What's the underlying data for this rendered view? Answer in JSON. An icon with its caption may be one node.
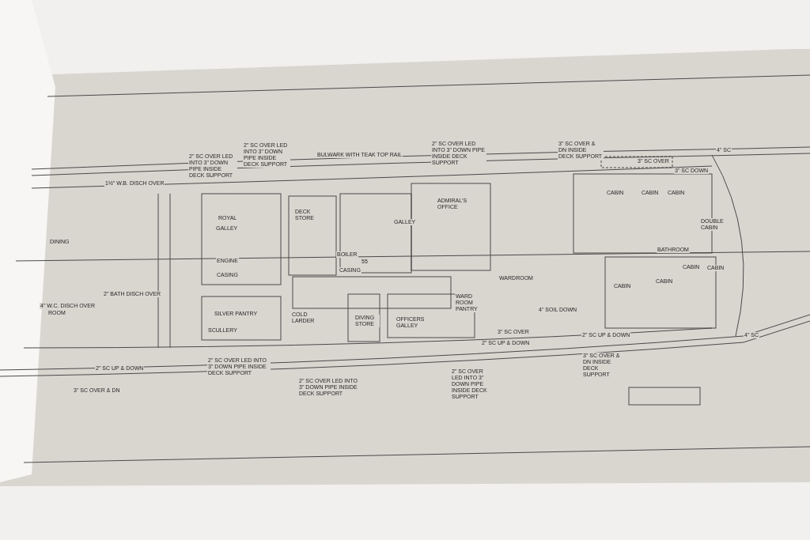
{
  "diagram": {
    "labels": [
      "DINING",
      "ROOM",
      "ROYAL",
      "GALLEY",
      "ENGINE",
      "CASING",
      "DECK STORE",
      "BOILER",
      "CASING",
      "GALLEY",
      "ADMIRAL'S OFFICE",
      "WARDROOM",
      "CABIN",
      "CABIN",
      "CABIN",
      "DOUBLE CABIN",
      "BATHROOM",
      "CABIN",
      "CABIN",
      "CABIN",
      "CABIN",
      "SILVER PANTRY",
      "SCULLERY",
      "COLD LARDER",
      "DIVING STORE",
      "OFFICERS GALLEY",
      "WARD ROOM PANTRY",
      "BULWARK WITH TEAK TOP RAIL",
      "3\" SC OVER & DN",
      "2\" SC OVER LED INTO 3\" DOWN PIPE INSIDE DECK SUPPORT",
      "2\" SC OVER LED INTO 3\" DOWN PIPE INSIDE DECK SUPPORT",
      "2\" SC OVER LED INTO 3\" DOWN PIPE INSIDE DECK SUPPORT",
      "3\" SC OVER & DN INSIDE DECK SUPPORT",
      "3\" SC OVER",
      "4\" SC",
      "4\" SC",
      "3\" SC DOWN",
      "3\" SC OVER",
      "2\" SC OVER LED INTO 3\" DOWN PIPE INSIDE DECK SUPPORT",
      "2\" SC OVER LED INTO 3\" DOWN PIPE INSIDE DECK SUPPORT",
      "2\" SC OVER LED INTO 3\" DOWN PIPE INSIDE DECK SUPPORT",
      "3\" SC OVER & DN INSIDE DECK SUPPORT",
      "2\" SC UP & DOWN",
      "4\" W.C. DISCH OVER",
      "2\" BATH DISCH OVER",
      "4\" SOIL DOWN",
      "2\" SC UP & DOWN",
      "1½\" W.B. DISCH OVER",
      "2\" SC UP & DOWN",
      "55"
    ]
  }
}
